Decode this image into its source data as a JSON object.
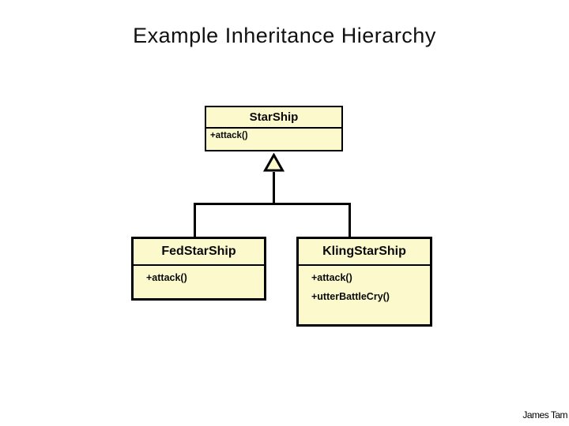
{
  "slide": {
    "title": "Example Inheritance Hierarchy",
    "footer": "James Tam"
  },
  "diagram": {
    "type": "uml-class-inheritance",
    "colors": {
      "class_fill": "#fcf9cd",
      "class_border": "#000000",
      "background": "#ffffff",
      "text": "#0a0a0a"
    },
    "classes": [
      {
        "id": "starship",
        "name": "StarShip",
        "methods": [
          "+attack()"
        ]
      },
      {
        "id": "fedstarship",
        "name": "FedStarShip",
        "methods": [
          "+attack()"
        ]
      },
      {
        "id": "klingstarship",
        "name": "KlingStarShip",
        "methods": [
          "+attack()",
          "+utterBattleCry()"
        ]
      }
    ],
    "relations": [
      {
        "type": "inheritance",
        "parent": "StarShip",
        "children": [
          "FedStarShip",
          "KlingStarShip"
        ]
      }
    ]
  }
}
